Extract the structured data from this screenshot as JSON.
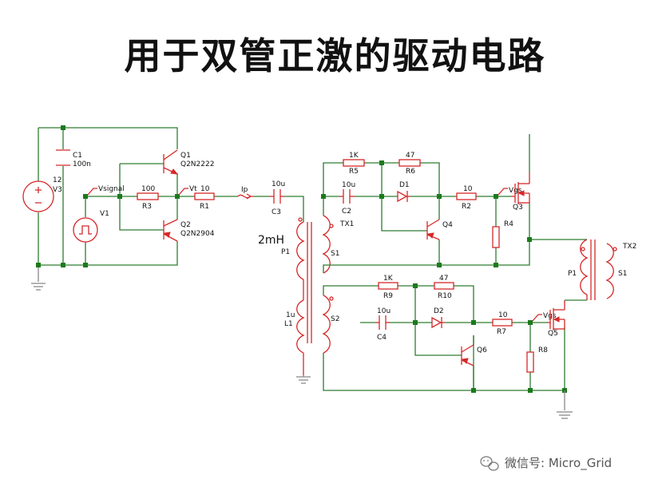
{
  "title": "用于双管正激的驱动电路",
  "watermark": "微信号: Micro_Grid",
  "icons": {
    "watermark": "wechat-icon"
  },
  "components": {
    "c1": {
      "ref": "C1",
      "value": "100n"
    },
    "v3": {
      "ref": "V3",
      "value": "12"
    },
    "v1": {
      "ref": "V1"
    },
    "vsignal": "Vsignal",
    "r3": {
      "ref": "R3",
      "value": "100"
    },
    "q1": {
      "ref": "Q1",
      "model": "Q2N2222"
    },
    "q2": {
      "ref": "Q2",
      "model": "Q2N2904"
    },
    "vt": "Vt",
    "r1": {
      "ref": "R1",
      "value": "10"
    },
    "ip": "Ip",
    "c3": {
      "ref": "C3",
      "value": "10u"
    },
    "p1_left": {
      "ref": "P1",
      "value": "2mH"
    },
    "l1": {
      "ref": "L1",
      "value": "1u"
    },
    "tx1": {
      "ref": "TX1",
      "s1": "S1",
      "s2": "S2"
    },
    "r5": {
      "ref": "R5",
      "value": "1K"
    },
    "r6": {
      "ref": "R6",
      "value": "47"
    },
    "c2": {
      "ref": "C2",
      "value": "10u"
    },
    "d1": {
      "ref": "D1"
    },
    "r2": {
      "ref": "R2",
      "value": "10"
    },
    "vgs_top": "Vgs",
    "q3": {
      "ref": "Q3"
    },
    "q4": {
      "ref": "Q4"
    },
    "r4": {
      "ref": "R4"
    },
    "r9": {
      "ref": "R9",
      "value": "1K"
    },
    "r10": {
      "ref": "R10",
      "value": "47"
    },
    "c4": {
      "ref": "C4",
      "value": "10u"
    },
    "d2": {
      "ref": "D2"
    },
    "r7": {
      "ref": "R7",
      "value": "10"
    },
    "vgs_bottom": "Vgs",
    "q5": {
      "ref": "Q5"
    },
    "q6": {
      "ref": "Q6"
    },
    "r8": {
      "ref": "R8"
    },
    "tx2": {
      "ref": "TX2",
      "p1": "P1",
      "s1": "S1"
    }
  }
}
